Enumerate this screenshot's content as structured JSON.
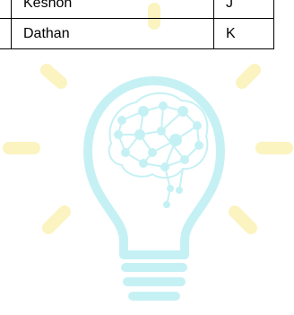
{
  "table": {
    "rows": [
      {
        "index": "",
        "name": "Keshon",
        "code": "J"
      },
      {
        "index": "",
        "name": "Dathan",
        "code": "K"
      }
    ]
  },
  "watermark": {
    "icon": "lightbulb-brain-icon",
    "bulb_color": "#c6f1f4",
    "ray_color": "#fbf3bf"
  }
}
